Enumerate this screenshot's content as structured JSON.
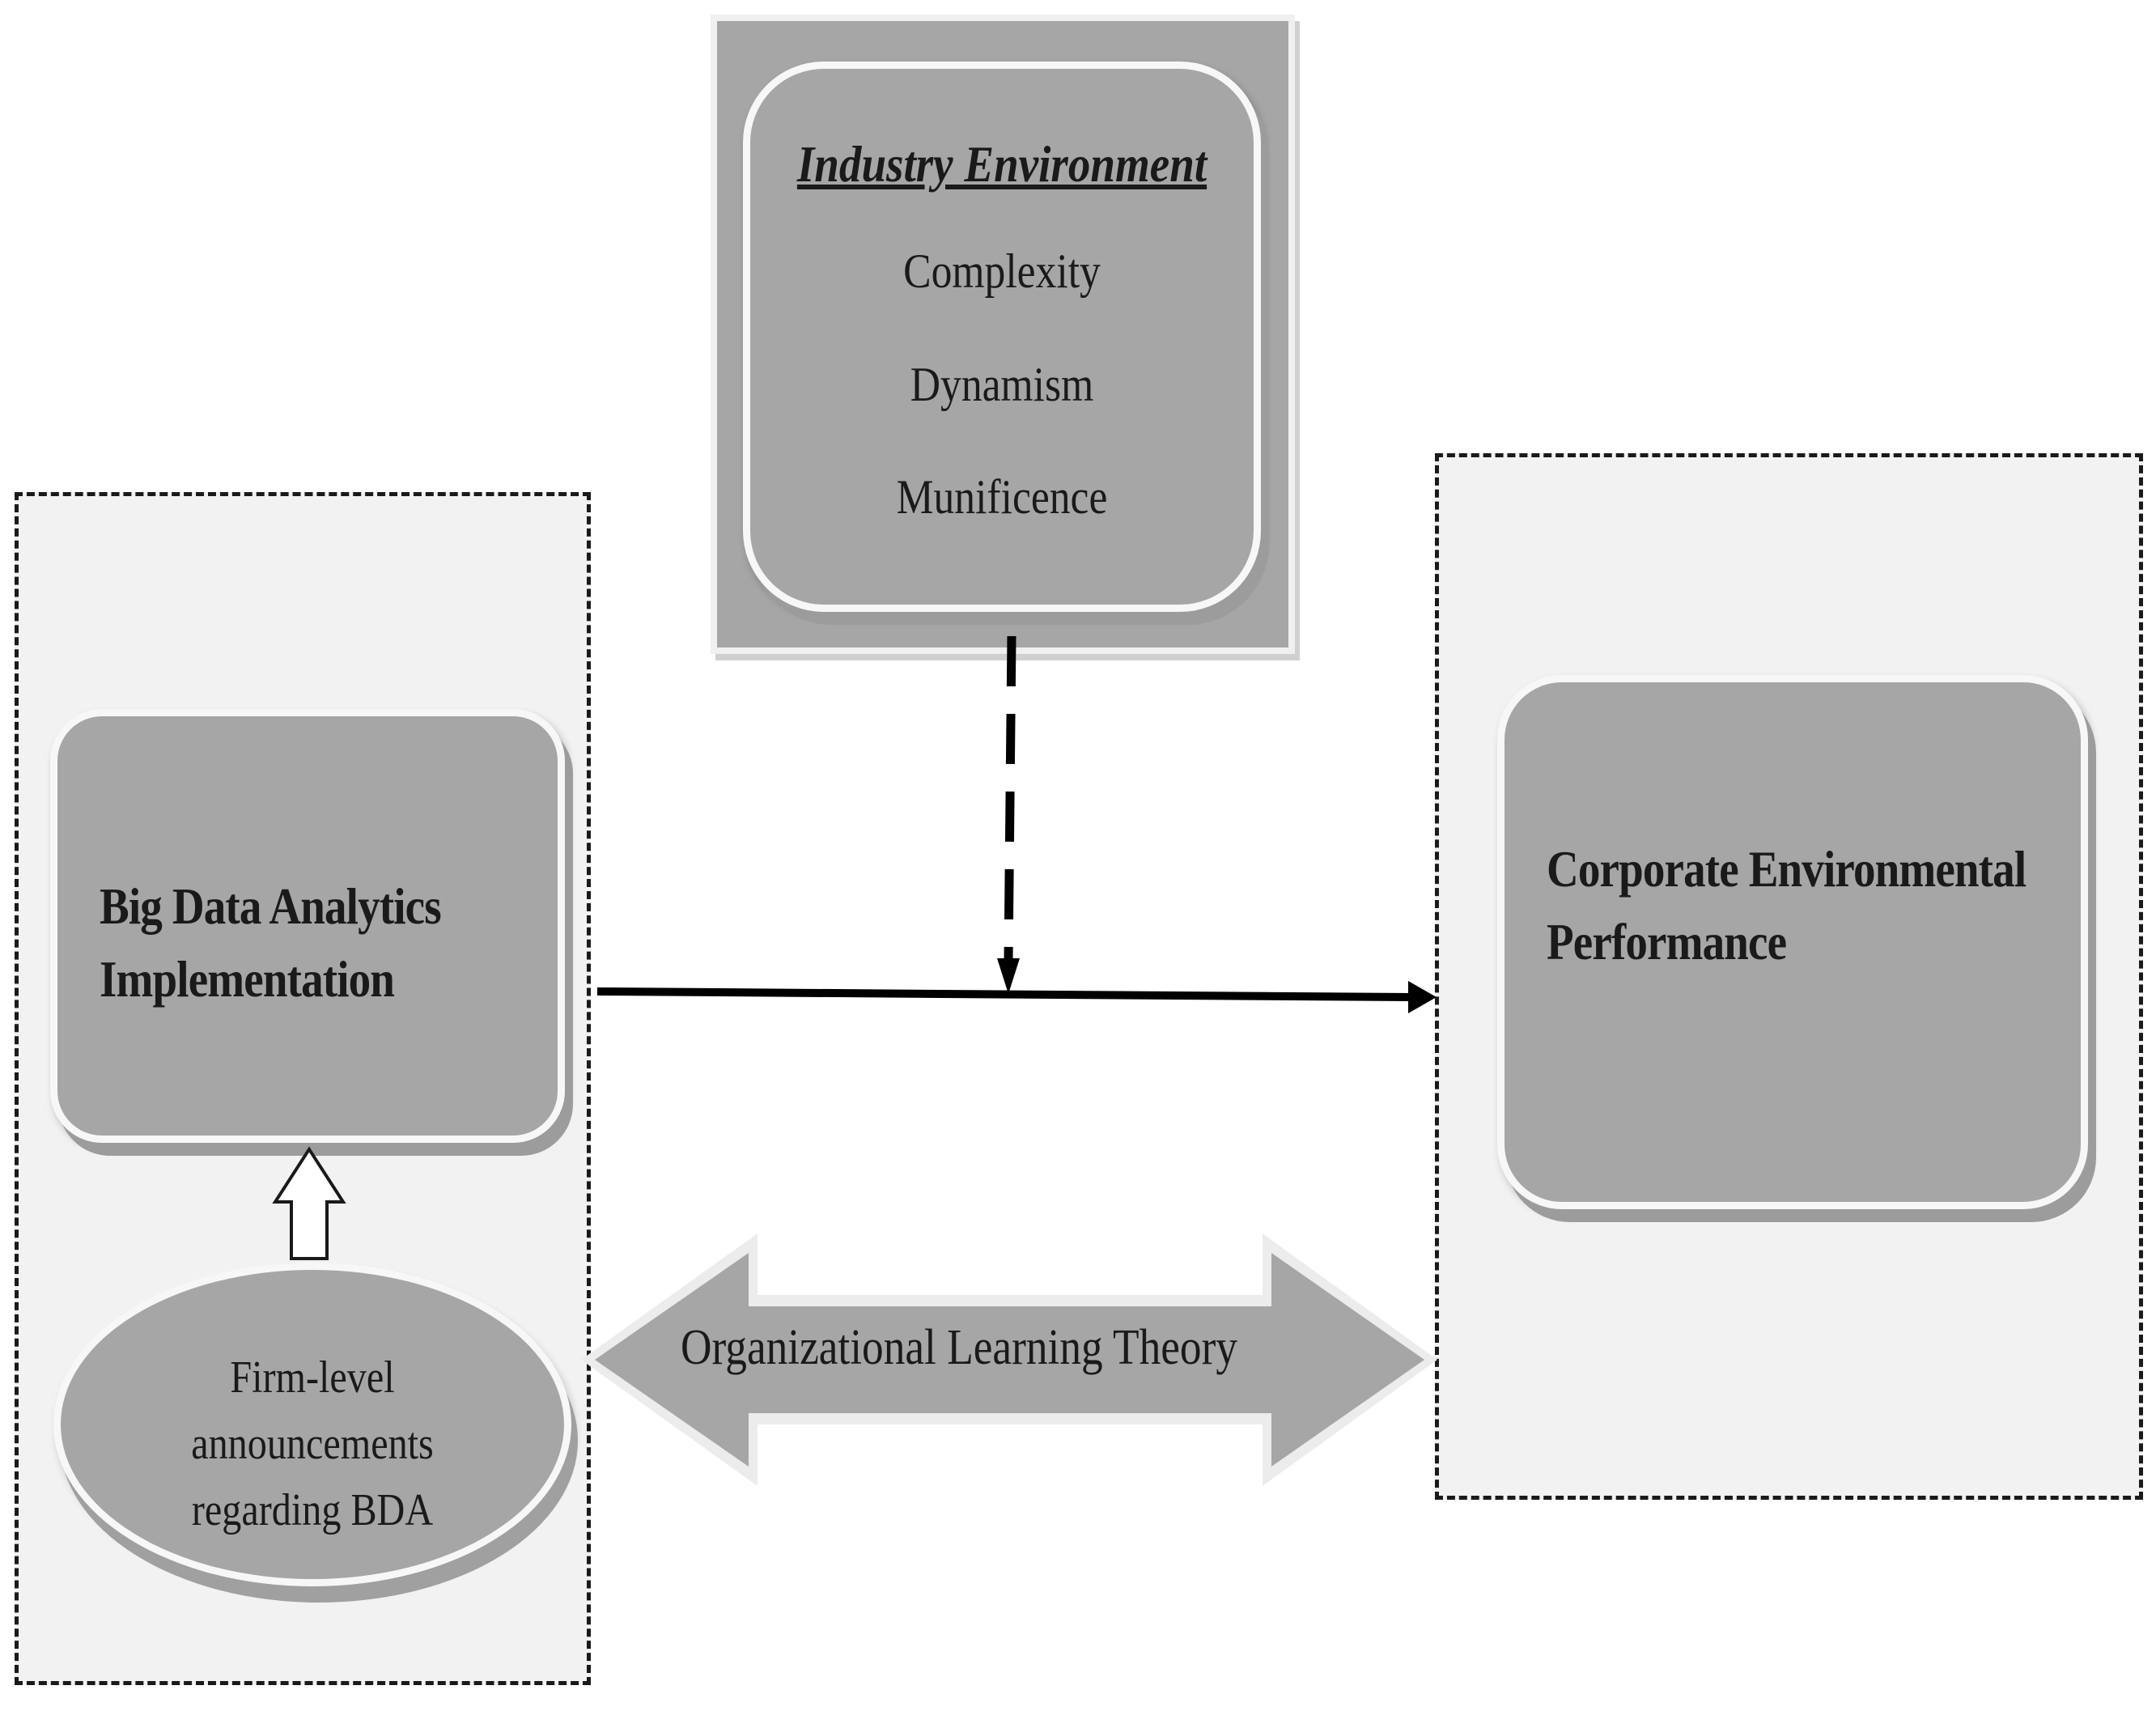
{
  "moderator": {
    "title": "Industry Environment",
    "items": [
      "Complexity",
      "Dynamism",
      "Munificence"
    ]
  },
  "independent": {
    "line1": "Big Data Analytics",
    "line2": "Implementation"
  },
  "source": {
    "line1": "Firm-level",
    "line2": "announcements",
    "line3": "regarding BDA"
  },
  "dependent": {
    "line1": "Corporate Environmental",
    "line2": "Performance"
  },
  "theory": {
    "label": "Organizational Learning Theory"
  },
  "colors": {
    "box_fill": "#a6a6a6",
    "panel_fill": "#f2f2f2",
    "outer_frame": "#a6a6a6",
    "line": "#000000"
  }
}
